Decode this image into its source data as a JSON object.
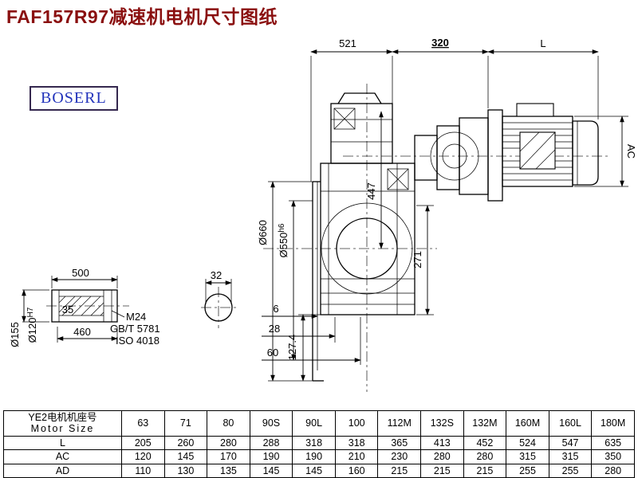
{
  "page": {
    "title": "FAF157R97减速机电机尺寸图纸",
    "brand": "BOSERL"
  },
  "drawing": {
    "dim_521": "521",
    "dim_320": "320",
    "dim_L": "L",
    "dim_AC": "AC",
    "dim_447": "447",
    "dim_271": "271",
    "dia_660": "Ø660",
    "dia_550": "Ø550",
    "dia_550_tol": "h6",
    "dim_6": "6",
    "dim_28": "28",
    "dim_60": "60",
    "dim_127_4": "127.4",
    "dim_500": "500",
    "dim_35": "35",
    "dim_460": "460",
    "dim_32": "32",
    "dia_155": "Ø155",
    "dia_120": "Ø120",
    "dia_120_tol": "H7",
    "thread_callout": "M24",
    "standard_gb": "GB/T 5781",
    "standard_iso": "ISO 4018"
  },
  "table": {
    "header_cn": "YE2电机机座号",
    "header_en": "Motor Size",
    "columns": [
      "63",
      "71",
      "80",
      "90S",
      "90L",
      "100",
      "112M",
      "132S",
      "132M",
      "160M",
      "160L",
      "180M"
    ],
    "rows": [
      {
        "label": "L",
        "values": [
          "205",
          "260",
          "280",
          "288",
          "318",
          "318",
          "365",
          "413",
          "452",
          "524",
          "547",
          "635"
        ]
      },
      {
        "label": "AC",
        "values": [
          "120",
          "145",
          "170",
          "190",
          "190",
          "210",
          "230",
          "280",
          "280",
          "315",
          "315",
          "350"
        ]
      },
      {
        "label": "AD",
        "values": [
          "110",
          "130",
          "135",
          "145",
          "145",
          "160",
          "215",
          "215",
          "215",
          "255",
          "255",
          "280"
        ]
      }
    ]
  }
}
